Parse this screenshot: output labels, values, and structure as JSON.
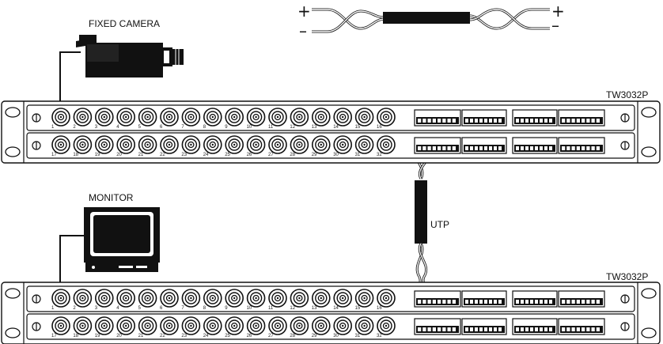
{
  "labels": {
    "camera": "FIXED CAMERA",
    "monitor": "MONITOR",
    "cable": "UTP"
  },
  "twisted_pair": {
    "plus": "+",
    "minus": "–"
  },
  "units": [
    {
      "model": "TW3032P",
      "row1": [
        1,
        2,
        3,
        4,
        5,
        6,
        7,
        8,
        9,
        10,
        11,
        12,
        13,
        14,
        15,
        16
      ],
      "row2": [
        17,
        18,
        19,
        20,
        21,
        22,
        23,
        24,
        25,
        26,
        27,
        28,
        29,
        30,
        31,
        32
      ]
    },
    {
      "model": "TW3032P",
      "row1": [
        1,
        2,
        3,
        4,
        5,
        6,
        7,
        8,
        9,
        10,
        11,
        12,
        13,
        14,
        15,
        16
      ],
      "row2": [
        17,
        18,
        19,
        20,
        21,
        22,
        23,
        24,
        25,
        26,
        27,
        28,
        29,
        30,
        31,
        32
      ]
    }
  ],
  "icons": {
    "camera": "fixed-camera-icon",
    "monitor": "monitor-icon"
  }
}
